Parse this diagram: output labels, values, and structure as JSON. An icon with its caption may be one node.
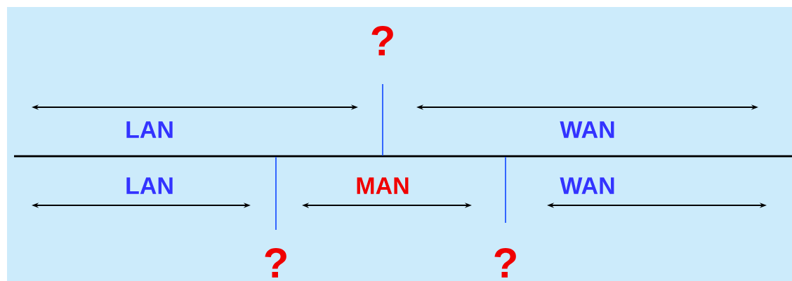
{
  "diagram": {
    "labels": [
      "?",
      "LAN",
      "WAN",
      "LAN",
      "MAN",
      "WAN",
      "?",
      "?"
    ]
  }
}
